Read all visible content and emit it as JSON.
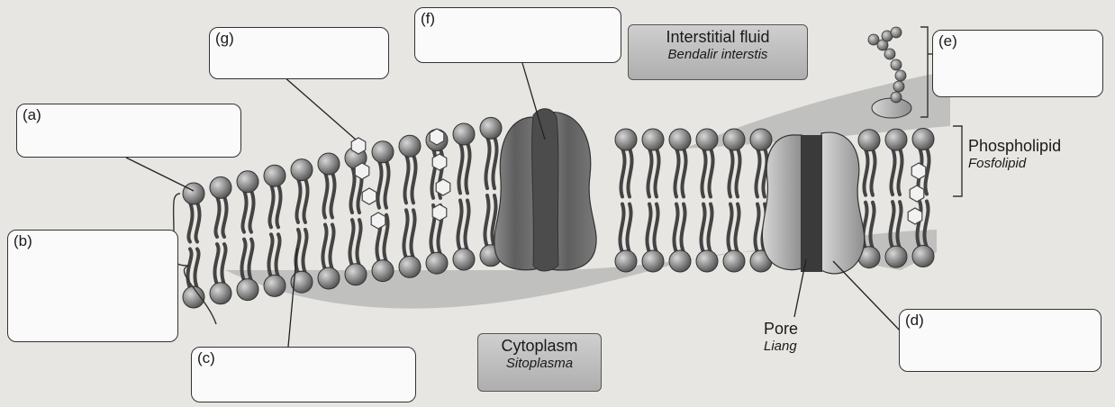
{
  "labels": {
    "a": "(a)",
    "b": "(b)",
    "c": "(c)",
    "d": "(d)",
    "e": "(e)",
    "f": "(f)",
    "g": "(g)"
  },
  "regions": {
    "interstitial": {
      "english": "Interstitial fluid",
      "malay": "Bendalir interstis"
    },
    "cytoplasm": {
      "english": "Cytoplasm",
      "malay": "Sitoplasma"
    }
  },
  "parts": {
    "phospholipid": {
      "english": "Phospholipid",
      "malay": "Fosfolipid"
    },
    "pore": {
      "english": "Pore",
      "malay": "Liang"
    }
  },
  "colors": {
    "background": "#e7e6e2",
    "fluid_shading": "#b9b9b9",
    "head": "#7f7f7f",
    "protein": "#6e6e6e",
    "pore_channel": "#3a3a3a"
  }
}
